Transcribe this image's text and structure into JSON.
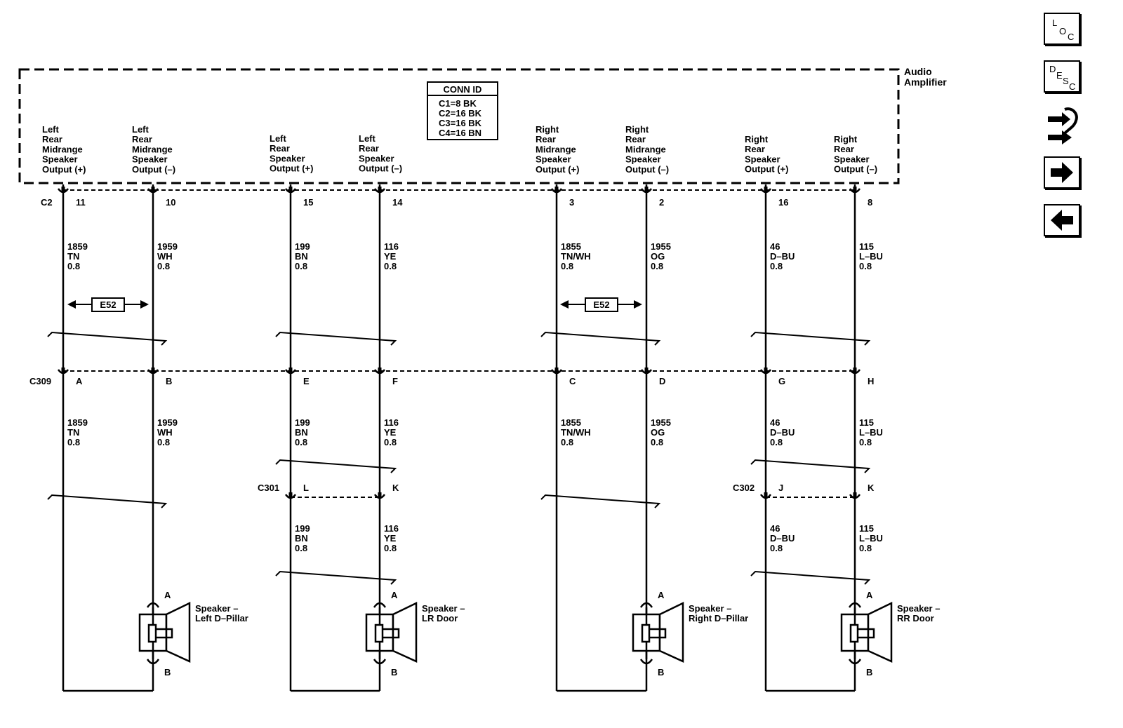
{
  "amplifier": {
    "name_line1": "Audio",
    "name_line2": "Amplifier"
  },
  "conn_id": {
    "title": "CONN ID",
    "rows": [
      "C1=8 BK",
      "C2=16 BK",
      "C3=16 BK",
      "C4=16 BN"
    ]
  },
  "connectors": {
    "c2": "C2",
    "c309": "C309",
    "c301": "C301",
    "c302": "C302"
  },
  "splice": "E52",
  "circuits": [
    {
      "desc": [
        "Left",
        "Rear",
        "Midrange",
        "Speaker",
        "Output (+)"
      ],
      "c2_pin": "11",
      "c309_pin": "A",
      "wire": [
        "1859",
        "TN",
        "0.8"
      ],
      "wire2": [
        "1859",
        "TN",
        "0.8"
      ]
    },
    {
      "desc": [
        "Left",
        "Rear",
        "Midrange",
        "Speaker",
        "Output (–)"
      ],
      "c2_pin": "10",
      "c309_pin": "B",
      "wire": [
        "1959",
        "WH",
        "0.8"
      ],
      "wire2": [
        "1959",
        "WH",
        "0.8"
      ]
    },
    {
      "desc": [
        "Left",
        "Rear",
        "Speaker",
        "Output (+)"
      ],
      "c2_pin": "15",
      "c309_pin": "E",
      "wire": [
        "199",
        "BN",
        "0.8"
      ],
      "wire2": [
        "199",
        "BN",
        "0.8"
      ],
      "c30x_pin": "L",
      "wire3": [
        "199",
        "BN",
        "0.8"
      ]
    },
    {
      "desc": [
        "Left",
        "Rear",
        "Speaker",
        "Output (–)"
      ],
      "c2_pin": "14",
      "c309_pin": "F",
      "wire": [
        "116",
        "YE",
        "0.8"
      ],
      "wire2": [
        "116",
        "YE",
        "0.8"
      ],
      "c30x_pin": "K",
      "wire3": [
        "116",
        "YE",
        "0.8"
      ]
    },
    {
      "desc": [
        "Right",
        "Rear",
        "Midrange",
        "Speaker",
        "Output (+)"
      ],
      "c2_pin": "3",
      "c309_pin": "C",
      "wire": [
        "1855",
        "TN/WH",
        "0.8"
      ],
      "wire2": [
        "1855",
        "TN/WH",
        "0.8"
      ]
    },
    {
      "desc": [
        "Right",
        "Rear",
        "Midrange",
        "Speaker",
        "Output (–)"
      ],
      "c2_pin": "2",
      "c309_pin": "D",
      "wire": [
        "1955",
        "OG",
        "0.8"
      ],
      "wire2": [
        "1955",
        "OG",
        "0.8"
      ]
    },
    {
      "desc": [
        "Right",
        "Rear",
        "Speaker",
        "Output (+)"
      ],
      "c2_pin": "16",
      "c309_pin": "G",
      "wire": [
        "46",
        "D–BU",
        "0.8"
      ],
      "wire2": [
        "46",
        "D–BU",
        "0.8"
      ],
      "c30x_pin": "J",
      "wire3": [
        "46",
        "D–BU",
        "0.8"
      ]
    },
    {
      "desc": [
        "Right",
        "Rear",
        "Speaker",
        "Output (–)"
      ],
      "c2_pin": "8",
      "c309_pin": "H",
      "wire": [
        "115",
        "L–BU",
        "0.8"
      ],
      "wire2": [
        "115",
        "L–BU",
        "0.8"
      ],
      "c30x_pin": "K",
      "wire3": [
        "115",
        "L–BU",
        "0.8"
      ]
    }
  ],
  "speakers": [
    {
      "name": [
        "Speaker –",
        "Left D–Pillar"
      ],
      "pin_a": "A",
      "pin_b": "B"
    },
    {
      "name": [
        "Speaker –",
        "LR Door"
      ],
      "pin_a": "A",
      "pin_b": "B"
    },
    {
      "name": [
        "Speaker –",
        "Right D–Pillar"
      ],
      "pin_a": "A",
      "pin_b": "B"
    },
    {
      "name": [
        "Speaker –",
        "RR Door"
      ],
      "pin_a": "A",
      "pin_b": "B"
    }
  ],
  "nav": {
    "loc": {
      "l": "L",
      "o": "O",
      "c": "C"
    },
    "desc": {
      "d": "D",
      "e": "E",
      "s": "S",
      "c": "C"
    },
    "icons": [
      "connector-harness-icon",
      "arrow-right-icon",
      "arrow-left-icon"
    ]
  }
}
